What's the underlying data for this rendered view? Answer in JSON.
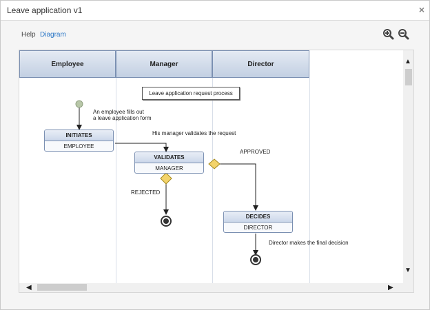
{
  "window": {
    "title": "Leave application v1",
    "close_glyph": "×"
  },
  "toolbar": {
    "help_label": "Help",
    "diagram_label": "Diagram"
  },
  "lanes": [
    "Employee",
    "Manager",
    "Director"
  ],
  "diagram": {
    "title": "Leave application request process",
    "notes": {
      "employee_fills": "An employee fills out",
      "employee_fills_2": "a leave application form",
      "manager_validates": "His manager validates the request",
      "approved": "APPROVED",
      "rejected": "REJECTED",
      "director_decides": "Director makes the final decision"
    },
    "tasks": [
      {
        "name": "INITIATES",
        "role": "EMPLOYEE"
      },
      {
        "name": "VALIDATES",
        "role": "MANAGER"
      },
      {
        "name": "DECIDES",
        "role": "DIRECTOR"
      }
    ]
  },
  "icons": {
    "zoom_in": "zoom-in-icon",
    "zoom_out": "zoom-out-icon",
    "scroll_up": "▲",
    "scroll_down": "▼",
    "scroll_left": "◀",
    "scroll_right": "▶"
  }
}
